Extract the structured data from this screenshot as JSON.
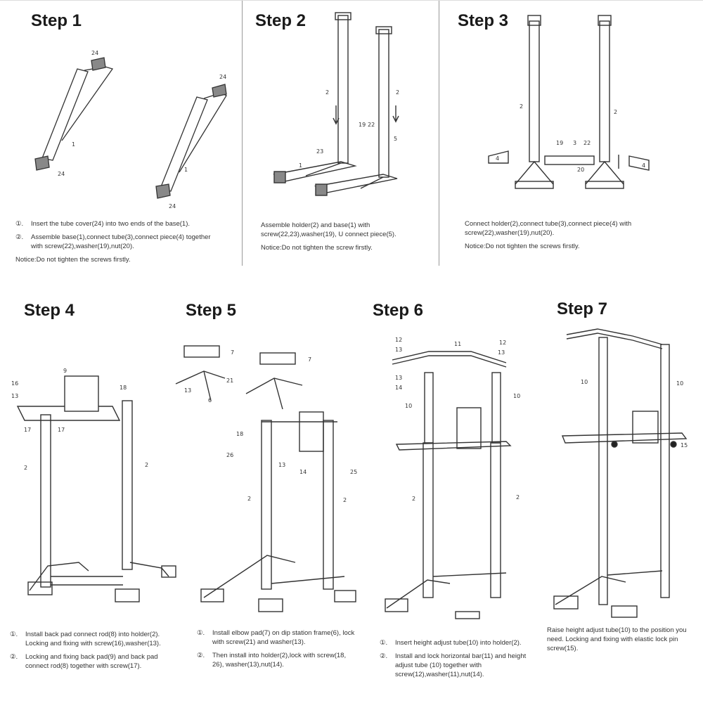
{
  "steps": [
    {
      "title": "Step 1",
      "instructions": [
        {
          "num": "①.",
          "text": "Insert the tube cover(24) into two ends of the base(1)."
        },
        {
          "num": "②.",
          "text": "Assemble base(1),connect tube(3),connect piece(4) together with screw(22),washer(19),nut(20)."
        },
        {
          "num": "",
          "text": "Notice:Do not tighten the screws firstly."
        }
      ],
      "labels": [
        "24",
        "1",
        "24",
        "24",
        "1",
        "24"
      ]
    },
    {
      "title": "Step 2",
      "instructions": [
        {
          "num": "",
          "text": "Assemble holder(2) and base(1) with screw(22,23),washer(19), U connect piece(5)."
        },
        {
          "num": "",
          "text": "Notice:Do not tighten the screw firstly."
        }
      ],
      "labels": [
        "2",
        "2",
        "5",
        "19",
        "22",
        "23",
        "1"
      ]
    },
    {
      "title": "Step 3",
      "instructions": [
        {
          "num": "",
          "text": "Connect holder(2),connect tube(3),connect piece(4) with screw(22),washer(19),nut(20)."
        },
        {
          "num": "",
          "text": "Notice:Do not tighten the screws firstly."
        }
      ],
      "labels": [
        "2",
        "2",
        "4",
        "3",
        "19",
        "22",
        "20",
        "4"
      ]
    },
    {
      "title": "Step 4",
      "instructions": [
        {
          "num": "①.",
          "text": "Install back pad connect rod(8) into holder(2). Locking and fixing with screw(16),washer(13)."
        },
        {
          "num": "②.",
          "text": "Locking and fixing back pad(9) and back pad connect rod(8) together with screw(17)."
        }
      ],
      "labels": [
        "9",
        "16",
        "13",
        "18",
        "17",
        "17",
        "2",
        "2"
      ]
    },
    {
      "title": "Step 5",
      "instructions": [
        {
          "num": "①.",
          "text": "Install elbow pad(7) on dip station frame(6), lock with screw(21) and washer(13)."
        },
        {
          "num": "②.",
          "text": "Then install into holder(2),lock with screw(18, 26), washer(13),nut(14)."
        }
      ],
      "labels": [
        "7",
        "7",
        "21",
        "13",
        "6",
        "18",
        "26",
        "13",
        "14",
        "2",
        "2",
        "25"
      ]
    },
    {
      "title": "Step 6",
      "instructions": [
        {
          "num": "①.",
          "text": "Insert height adjust tube(10) into holder(2)."
        },
        {
          "num": "②.",
          "text": "Install and lock horizontal bar(11) and height adjust tube (10) together with screw(12),washer(11),nut(14)."
        }
      ],
      "labels": [
        "12",
        "13",
        "11",
        "12",
        "13",
        "13",
        "14",
        "10",
        "10",
        "2",
        "2"
      ]
    },
    {
      "title": "Step 7",
      "instructions": [
        {
          "num": "",
          "text": "Raise height adjust tube(10) to the position you need. Locking and fixing with elastic lock pin screw(15)."
        }
      ],
      "labels": [
        "10",
        "10",
        "15"
      ]
    }
  ]
}
